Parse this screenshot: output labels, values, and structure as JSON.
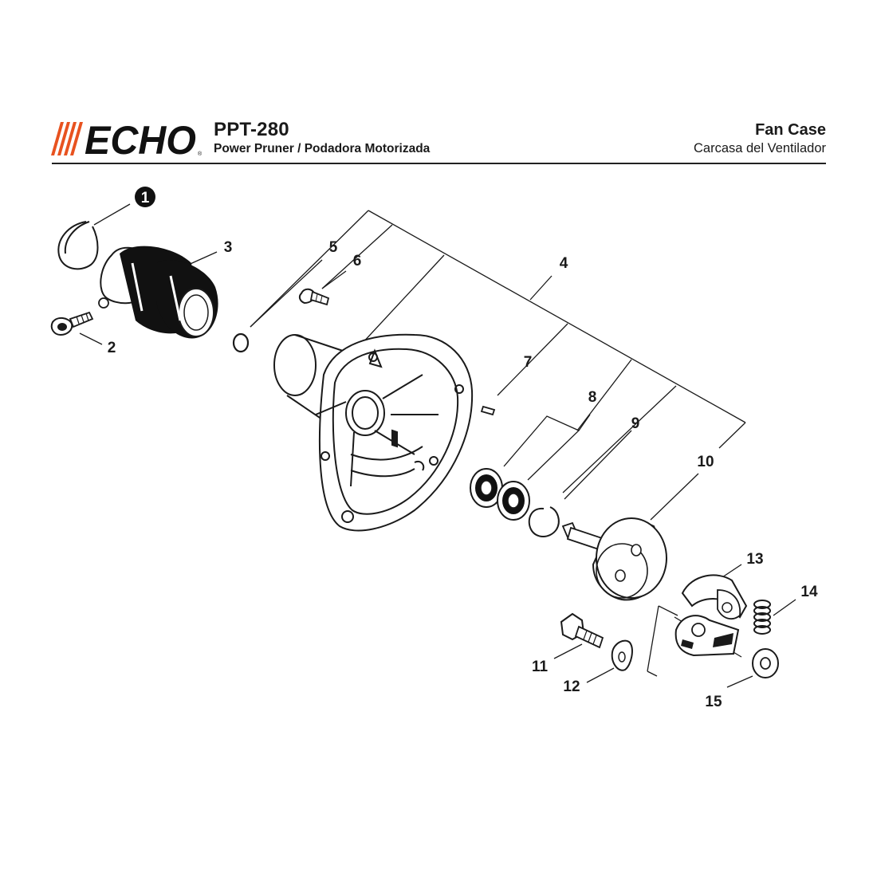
{
  "header": {
    "brand": "ECHO",
    "model": "PPT-280",
    "subtitle": "Power Pruner / Podadora Motorizada",
    "section_title_en": "Fan Case",
    "section_title_es": "Carcasa del Ventilador"
  },
  "callouts": [
    "1",
    "2",
    "3",
    "4",
    "5",
    "6",
    "7",
    "8",
    "9",
    "10",
    "11",
    "12",
    "13",
    "14",
    "15"
  ],
  "colors": {
    "brand": "#e8521f",
    "ink": "#1a1a1a"
  }
}
